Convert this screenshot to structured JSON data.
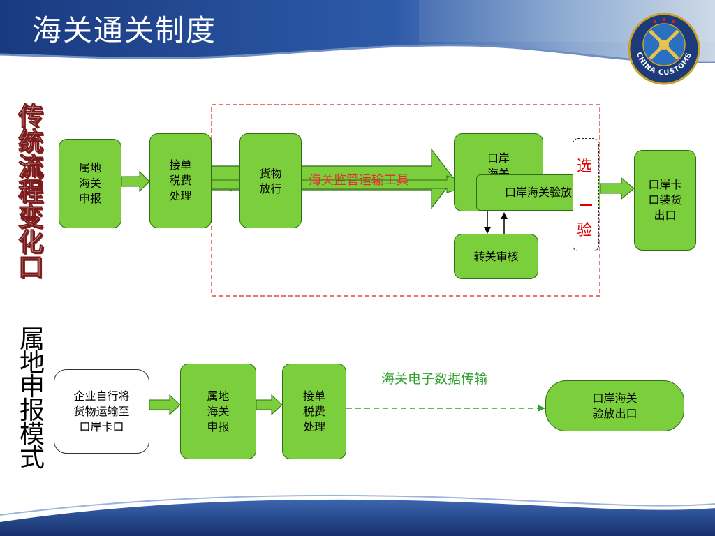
{
  "title": "海关通关制度",
  "logo": {
    "text": "CHINA CUSTOMS",
    "icon": "customs-emblem-icon"
  },
  "traditional": {
    "side_label": "传统流程变化口",
    "boxes": {
      "territory_declaration": "属地\n海关\n申报",
      "order_tax": "接单\n税费\n处理",
      "cargo_release": "货物\n放行",
      "port_customs": "口岸\n海关",
      "port_inspection_release": "口岸海关验放",
      "transfer_review": "转关审核",
      "port_loading_export": "口岸卡\n口装货\n出口"
    },
    "overlay_text": "海关监管运输工具",
    "random_inspection": [
      "选",
      "验"
    ]
  },
  "territorial": {
    "side_label": "属地申报模式",
    "boxes": {
      "enterprise_transport": "企业自行将\n货物运输至\n口岸卡口",
      "territory_declaration": "属地\n海关\n申报",
      "order_tax": "接单\n税费\n处理",
      "port_release_export": "口岸海关\n验放出口"
    },
    "electronic_transfer_label": "海关电子数据传输"
  },
  "colors": {
    "box_fill": "#7ccf3c",
    "box_border": "#2f6e12",
    "header_blue": "#1c3f86",
    "red_dashed": "#e02020",
    "green_text": "#2fa02f"
  }
}
